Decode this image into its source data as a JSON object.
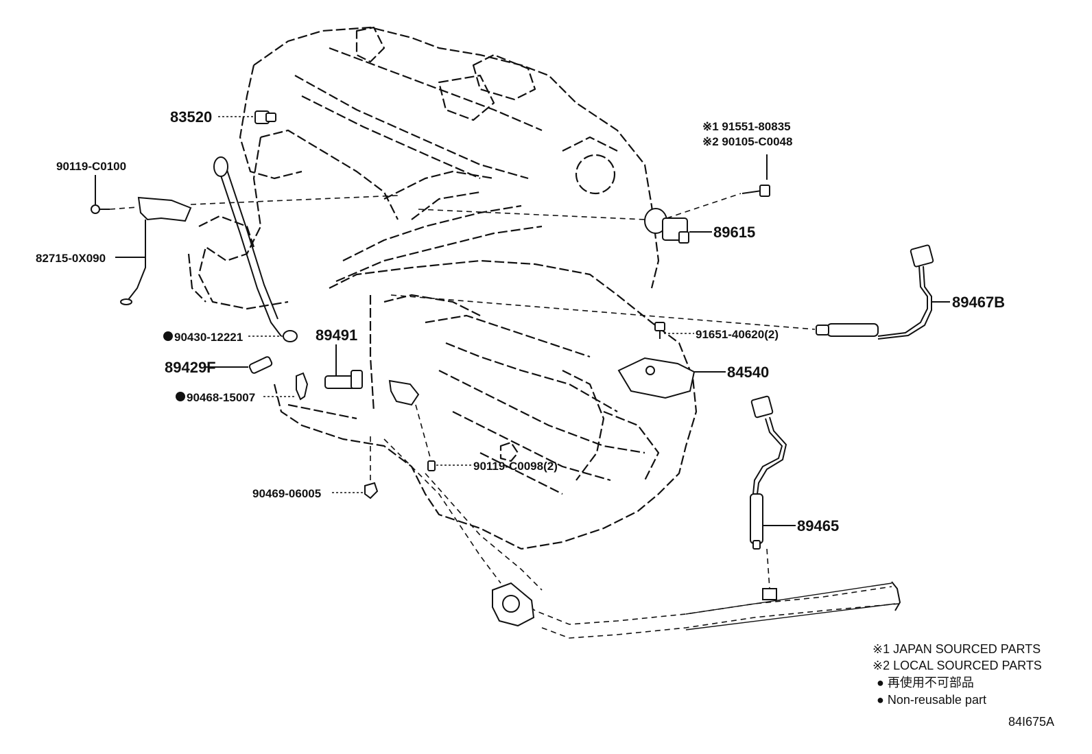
{
  "labels": {
    "p83520": "83520",
    "p90119_c0100": "90119-C0100",
    "p82715": "82715-0X090",
    "p90430": "90430-12221",
    "p89429f": "89429F",
    "p90468": "90468-15007",
    "p89491": "89491",
    "p90469": "90469-06005",
    "p90119_c0098": "90119-C0098(2)",
    "note1": "※1 91551-80835",
    "note2": "※2 90105-C0048",
    "p89615": "89615",
    "p89467b": "89467B",
    "p91651": "91651-40620(2)",
    "p84540": "84540",
    "p89465": "89465"
  },
  "legend": {
    "japan": "※1 JAPAN SOURCED PARTS",
    "local": "※2 LOCAL SOURCED PARTS",
    "nonreuse_jp": "● 再使用不可部品",
    "nonreuse_en": "● Non-reusable part"
  },
  "diagram_code": "84I675A"
}
